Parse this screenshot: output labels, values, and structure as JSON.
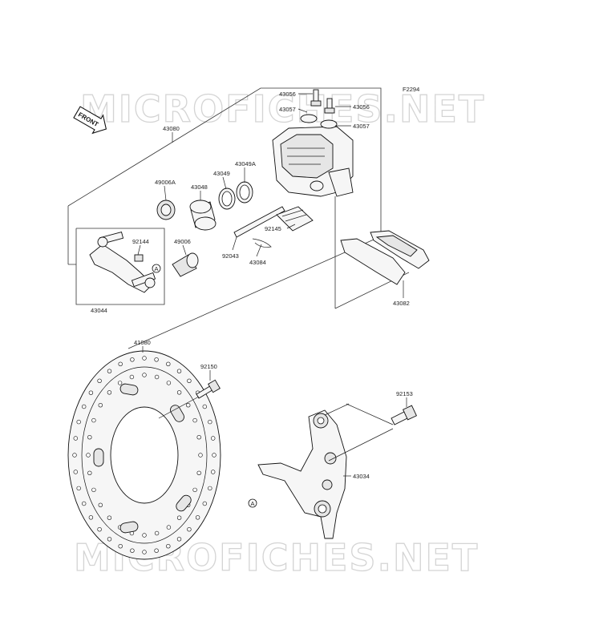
{
  "diagram_code": "F2294",
  "watermark": "MICROFICHES.NET",
  "front_label": "FRONT",
  "ref_marker": "A",
  "part_labels": {
    "p43056a": "43056",
    "p43056b": "43056",
    "p43057a": "43057",
    "p43057b": "43057",
    "p43080": "43080",
    "p43049a": "43049A",
    "p43049": "43049",
    "p49006a": "49006A",
    "p43048": "43048",
    "p92145": "92145",
    "p92144": "92144",
    "p49006": "49006",
    "p92043": "92043",
    "p43084": "43084",
    "p43044": "43044",
    "p43082": "43082",
    "p41080": "41080",
    "p92150": "92150",
    "p92153": "92153",
    "p43034": "43034"
  }
}
